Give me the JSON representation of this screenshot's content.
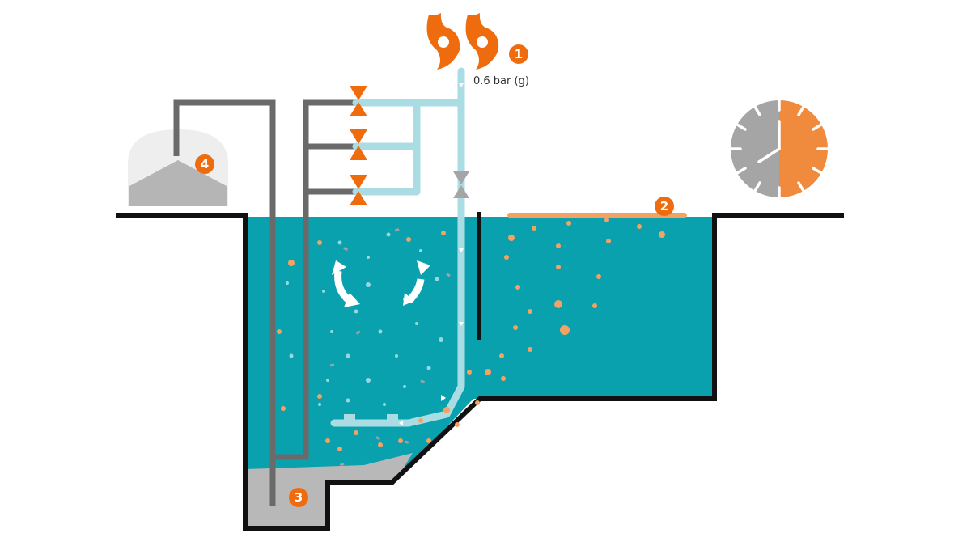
{
  "colors": {
    "water": "#0aa1af",
    "accent": "#ef6c0e",
    "accent_light": "#f08a3c",
    "pipe_light": "#a9dde3",
    "pipe_dark": "#6a6a6a",
    "outline": "#111111",
    "sludge": "#b8b8b8",
    "clock_gray": "#a5a5a5"
  },
  "icons": [
    "blower-icon",
    "valve-icon",
    "clock-icon",
    "arrow-icon",
    "tank-icon"
  ],
  "labels": {
    "pressure": "0.6 bar (g)",
    "badge_1": "1",
    "badge_2": "2",
    "badge_3": "3",
    "badge_4": "4"
  }
}
